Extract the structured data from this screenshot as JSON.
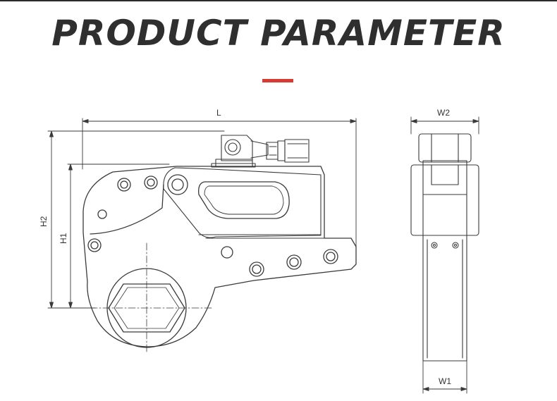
{
  "header": {
    "title": "PRODUCT PARAMETER"
  },
  "colors": {
    "accent": "#d83a34",
    "line": "#3a3a3a",
    "title": "#2f2f2f"
  },
  "dimensions": {
    "length_label": "L",
    "height1_label": "H1",
    "height2_label": "H2",
    "width1_label": "W1",
    "width2_label": "W2"
  }
}
